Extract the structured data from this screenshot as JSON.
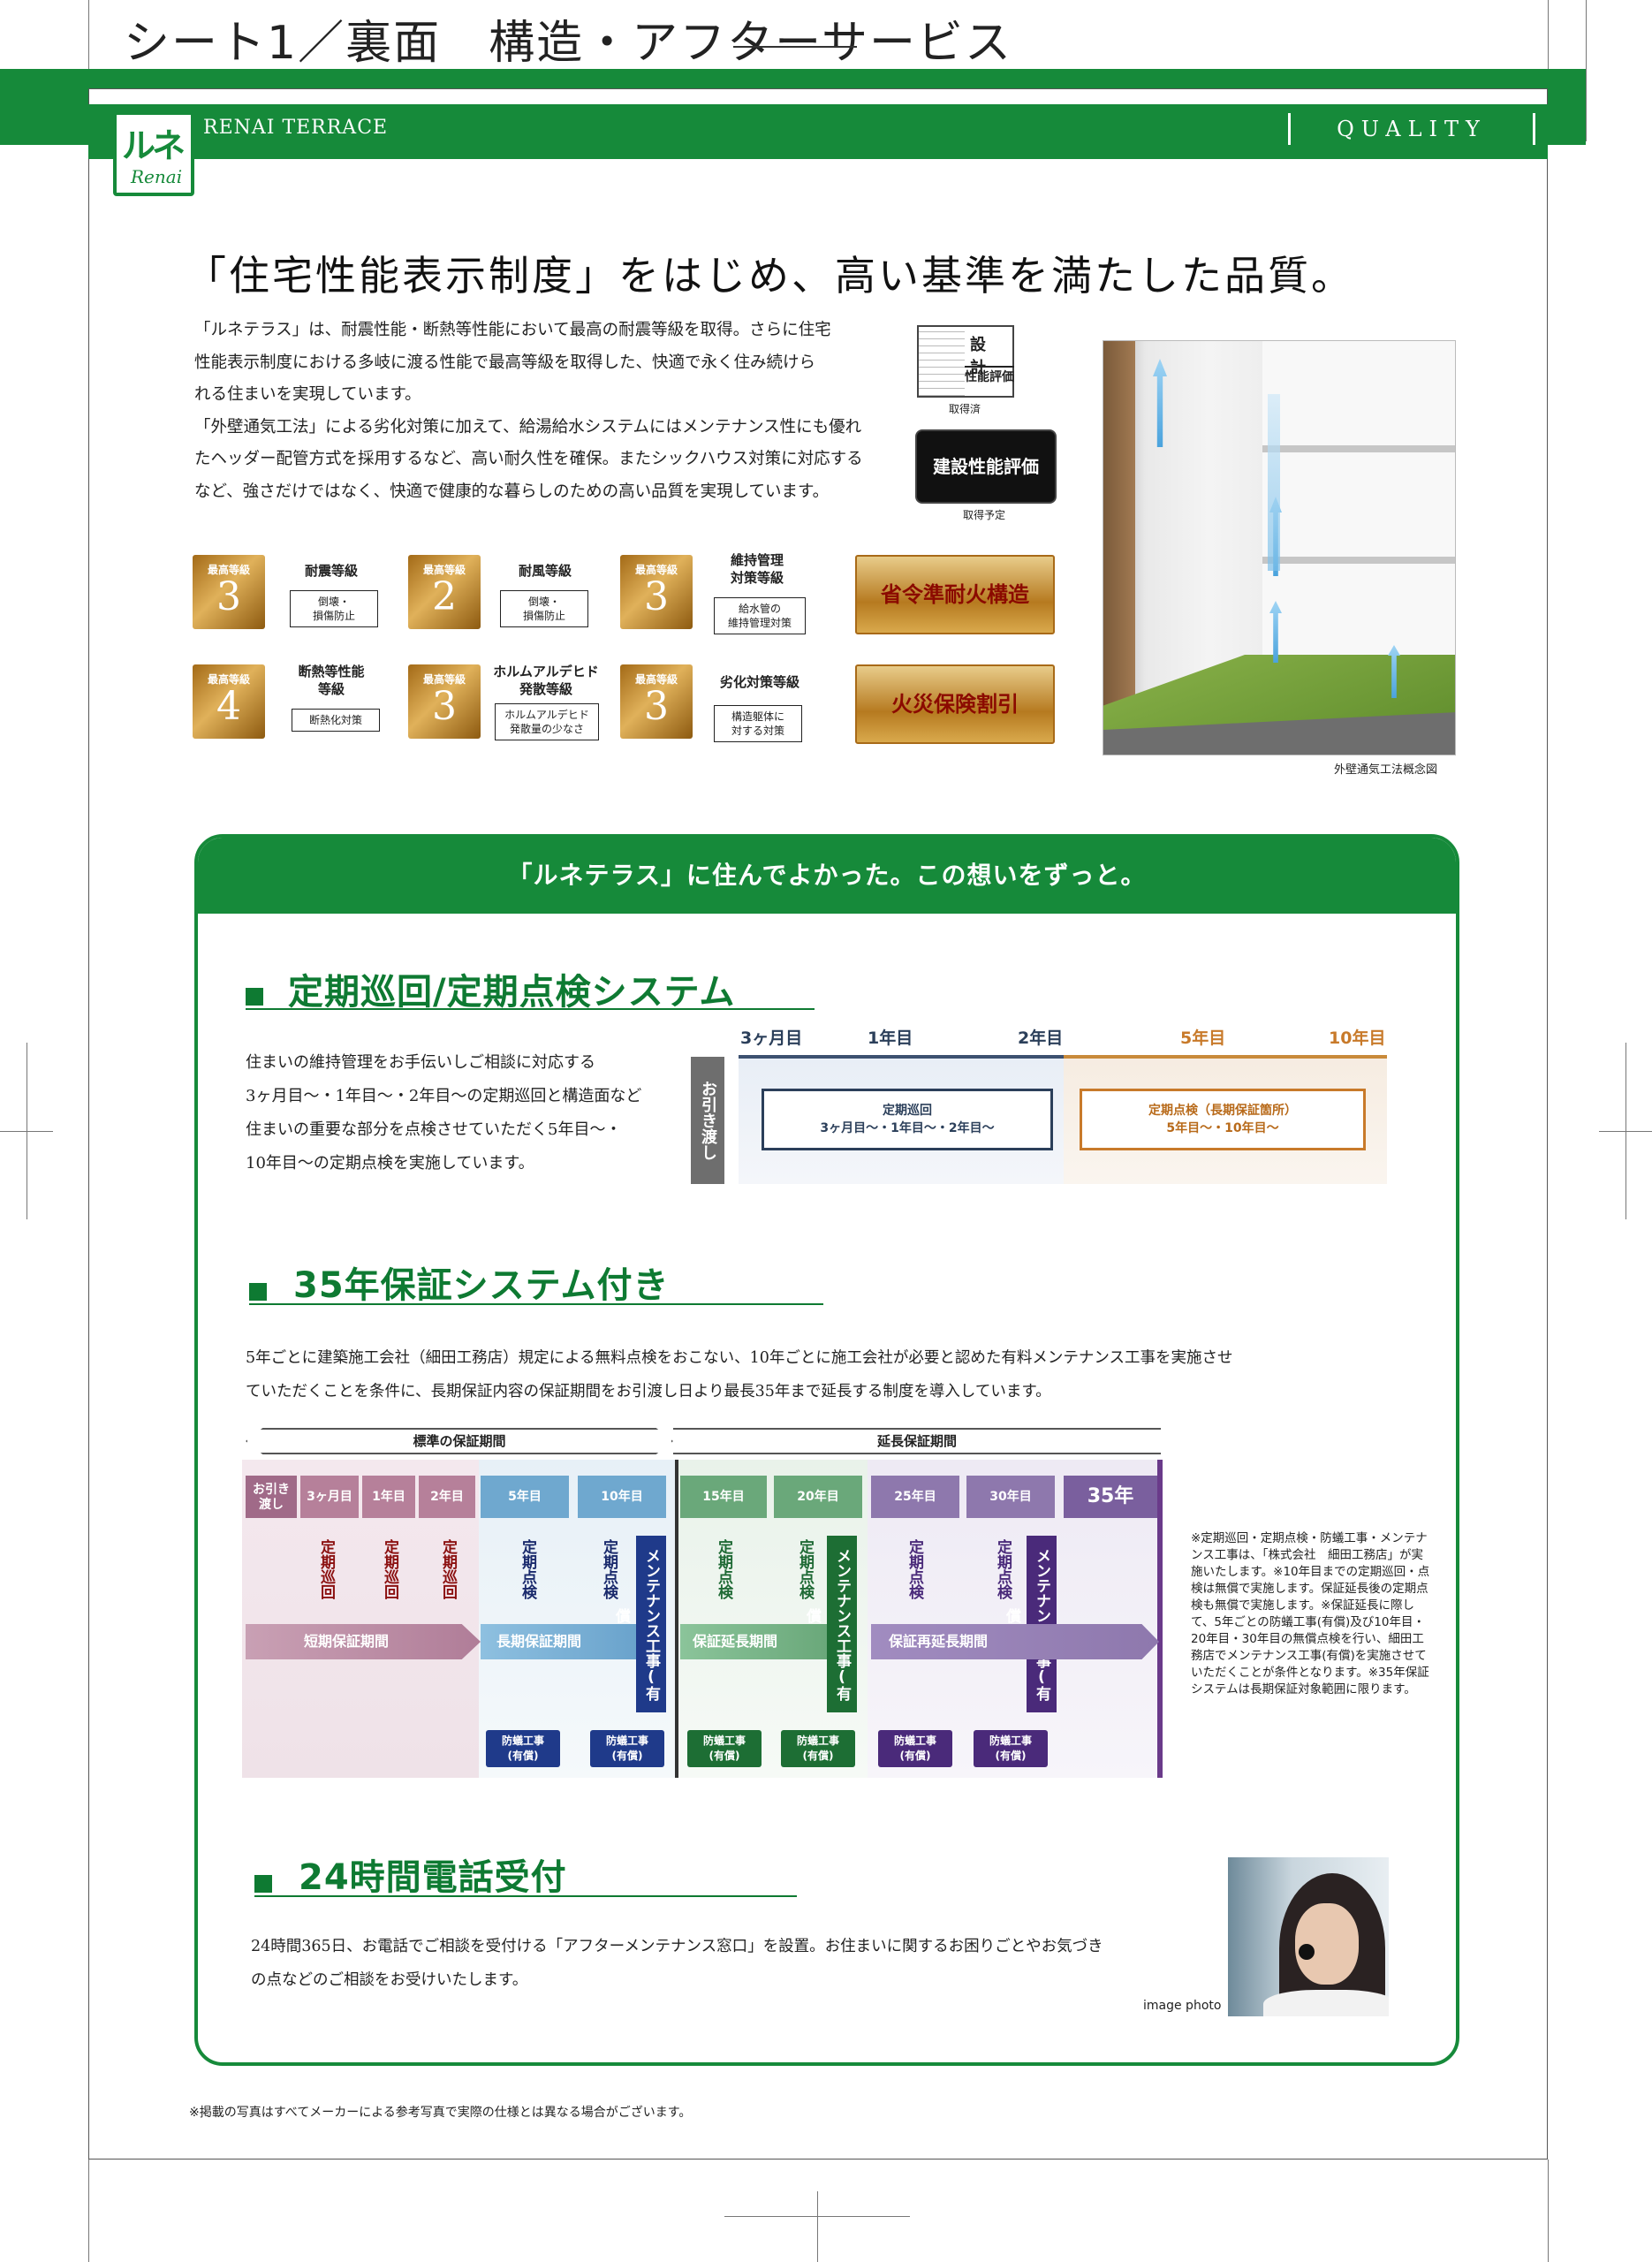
{
  "sheet_title": "シート1／裏面　構造・アフターサービス",
  "brand": {
    "logo_text": "ルネ",
    "logo_script": "Renai",
    "name": "RENAI TERRACE",
    "section": "QUALITY"
  },
  "headline": "「住宅性能表示制度」をはじめ、高い基準を満たした品質。",
  "intro": [
    "「ルネテラス」は、耐震性能・断熱等性能において最高の耐震等級を取得。さらに住宅",
    "性能表示制度における多岐に渡る性能で最高等級を取得した、快適で永く住み続けら",
    "れる住まいを実現しています。",
    "「外壁通気工法」による劣化対策に加えて、給湯給水システムにはメンテナンス性にも優れ",
    "たヘッダー配管方式を採用するなど、高い耐久性を確保。またシックハウス対策に対応する",
    "など、強さだけではなく、快適で健康的な暮らしのための高い品質を実現しています。"
  ],
  "badges": [
    {
      "top": "設　計",
      "bottom": "性能評価",
      "note": "取得済"
    },
    {
      "label": "建設性能評価",
      "note": "取得予定"
    }
  ],
  "grades": [
    {
      "tag": "最高等級",
      "num": "3",
      "label": "耐震等級",
      "sub": "倒壊・\n損傷防止"
    },
    {
      "tag": "最高等級",
      "num": "2",
      "label": "耐風等級",
      "sub": "倒壊・\n損傷防止"
    },
    {
      "tag": "最高等級",
      "num": "3",
      "label": "維持管理\n対策等級",
      "sub": "給水管の\n維持管理対策"
    },
    {
      "tag": "最高等級",
      "num": "4",
      "label": "断熱等性能\n等級",
      "sub": "断熱化対策"
    },
    {
      "tag": "最高等級",
      "num": "3",
      "label": "ホルムアルデヒド\n発散等級",
      "sub": "ホルムアルデヒド\n発散量の少なさ"
    },
    {
      "tag": "最高等級",
      "num": "3",
      "label": "劣化対策等級",
      "sub": "構造躯体に\n対する対策"
    }
  ],
  "gold": [
    "省令準耐火構造",
    "火災保険割引"
  ],
  "photo_caption": "外壁通気工法概念図",
  "panel_title": "「ルネテラス」に住んでよかった。この想いをずっと。",
  "sec1": {
    "title": "定期巡回/定期点検システム",
    "text": [
      "住まいの維持管理をお手伝いしご相談に対応する",
      "3ヶ月目〜・1年目〜・2年目〜の定期巡回と構造面など",
      "住まいの重要な部分を点検させていただく5年目〜・",
      "10年目〜の定期点検を実施しています。"
    ],
    "handover": "お引き渡し",
    "times": [
      "3ヶ月目",
      "1年目",
      "2年目",
      "5年目",
      "10年目"
    ],
    "box1": [
      "定期巡回",
      "3ヶ月目〜・1年目〜・2年目〜"
    ],
    "box2": [
      "定期点検（長期保証箇所）",
      "5年目〜・10年目〜"
    ]
  },
  "sec2": {
    "title": "35年保証システム付き",
    "text": [
      "5年ごとに建築施工会社（細田工務店）規定による無料点検をおこない、10年ごとに施工会社が必要と認めた有料メンテナンス工事を実施させ",
      "ていただくことを条件に、長期保証内容の保証期間をお引渡し日より最長35年まで延長する制度を導入しています。"
    ],
    "std": "標準の保証期間",
    "ext": "延長保証期間",
    "cols": [
      "お引き\n渡し",
      "3ヶ月目",
      "1年目",
      "2年目",
      "5年目",
      "10年目",
      "15年目",
      "20年目",
      "25年目",
      "30年目",
      "35年"
    ],
    "patrol": "定期巡回",
    "inspect": "定期点検",
    "maint": "メンテナンス工事(有償)",
    "bars": [
      "短期保証期間",
      "長期保証期間",
      "保証延長期間",
      "保証再延長期間"
    ],
    "prevent": "防蟻工事\n(有償)",
    "note": "※定期巡回・定期点検・防蟻工事・メンテナンス工事は、「株式会社　細田工務店」が実施いたします。※10年目までの定期巡回・点検は無償で実施します。保証延長後の定期点検も無償で実施します。※保証延長に際して、5年ごとの防蟻工事(有償)及び10年目・20年目・30年目の無償点検を行い、細田工務店でメンテナンス工事(有償)を実施させていただくことが条件となります。※35年保証システムは長期保証対象範囲に限ります。"
  },
  "sec3": {
    "title": "24時間電話受付",
    "text": [
      "24時間365日、お電話でご相談を受付ける「アフターメンテナンス窓口」を設置。お住まいに関するお困りごとやお気づき",
      "の点などのご相談をお受けいたします。"
    ],
    "photo_note": "image photo"
  },
  "footnote": "※掲載の写真はすべてメーカーによる参考写真で実際の仕様とは異なる場合がございます。"
}
